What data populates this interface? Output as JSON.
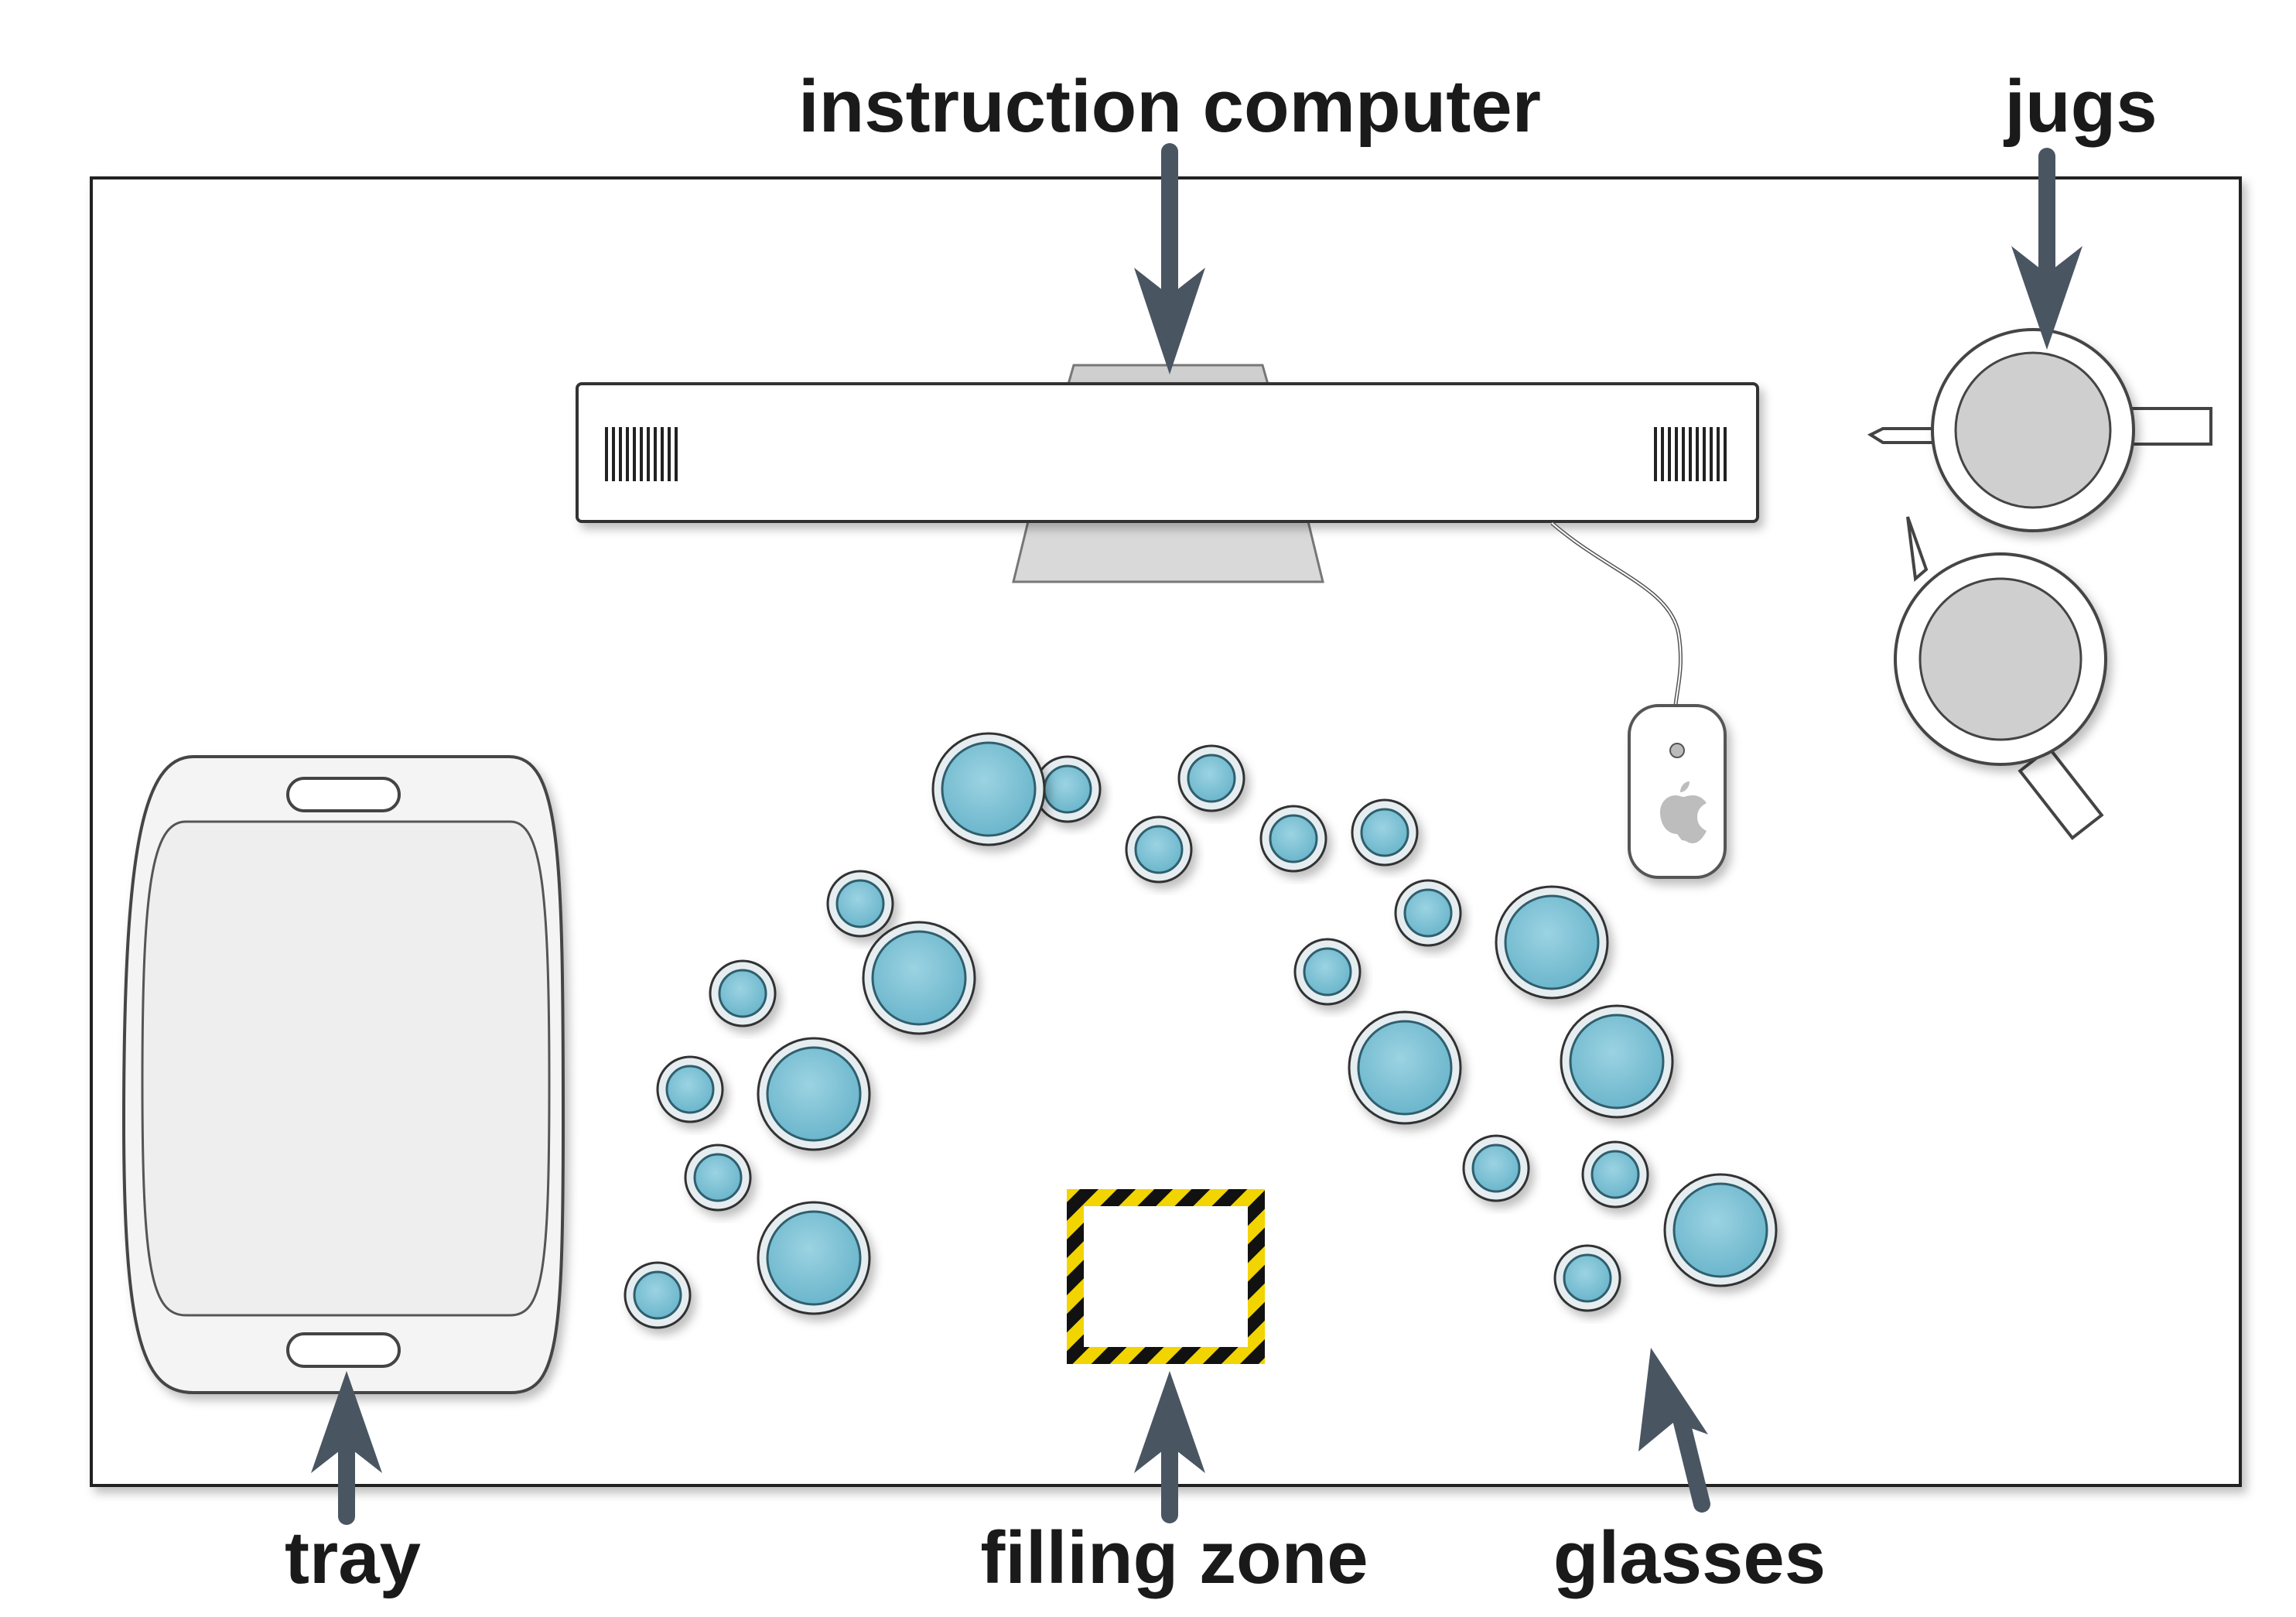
{
  "labels": {
    "instruction_computer": "instruction computer",
    "jugs": "jugs",
    "tray": "tray",
    "filling_zone": "filling zone",
    "glasses": "glasses"
  },
  "icons": {
    "computer": "monitor-icon",
    "mouse": "mouse-icon",
    "jug": "jug-icon",
    "glass": "glass-icon",
    "tray": "tray-icon",
    "filling_zone": "hazard-square-icon"
  },
  "colors": {
    "arrow": "#4a5562",
    "glass_fill": "#7fc3d6",
    "glass_rim": "#e6edf0",
    "hazard_yellow": "#f2d400",
    "hazard_black": "#111111",
    "jug_fill": "#cfcfcf",
    "tray_fill": "#efefef",
    "table_border": "#222222"
  }
}
